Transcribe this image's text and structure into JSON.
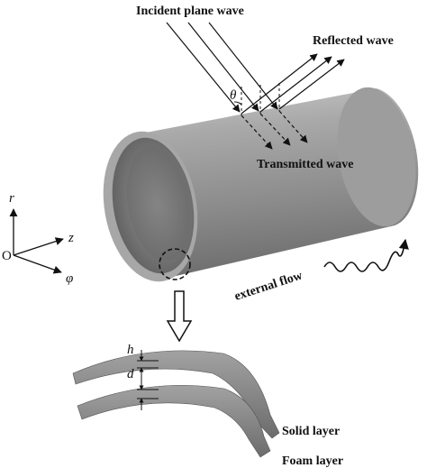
{
  "labels": {
    "incident": "Incident plane wave",
    "reflected": "Reflected wave",
    "transmitted": "Transmitted wave",
    "external_flow": "external flow",
    "solid_layer": "Solid layer",
    "foam_layer": "Foam layer",
    "theta": "θ",
    "h": "h",
    "d": "d"
  },
  "axes": {
    "origin": "O",
    "r": "r",
    "z": "z",
    "phi": "φ"
  },
  "colors": {
    "tube_body": "#8e8e8e",
    "tube_highlight": "#b4b4b4",
    "layer_fill": "#8a8a8a",
    "line": "#111111"
  }
}
